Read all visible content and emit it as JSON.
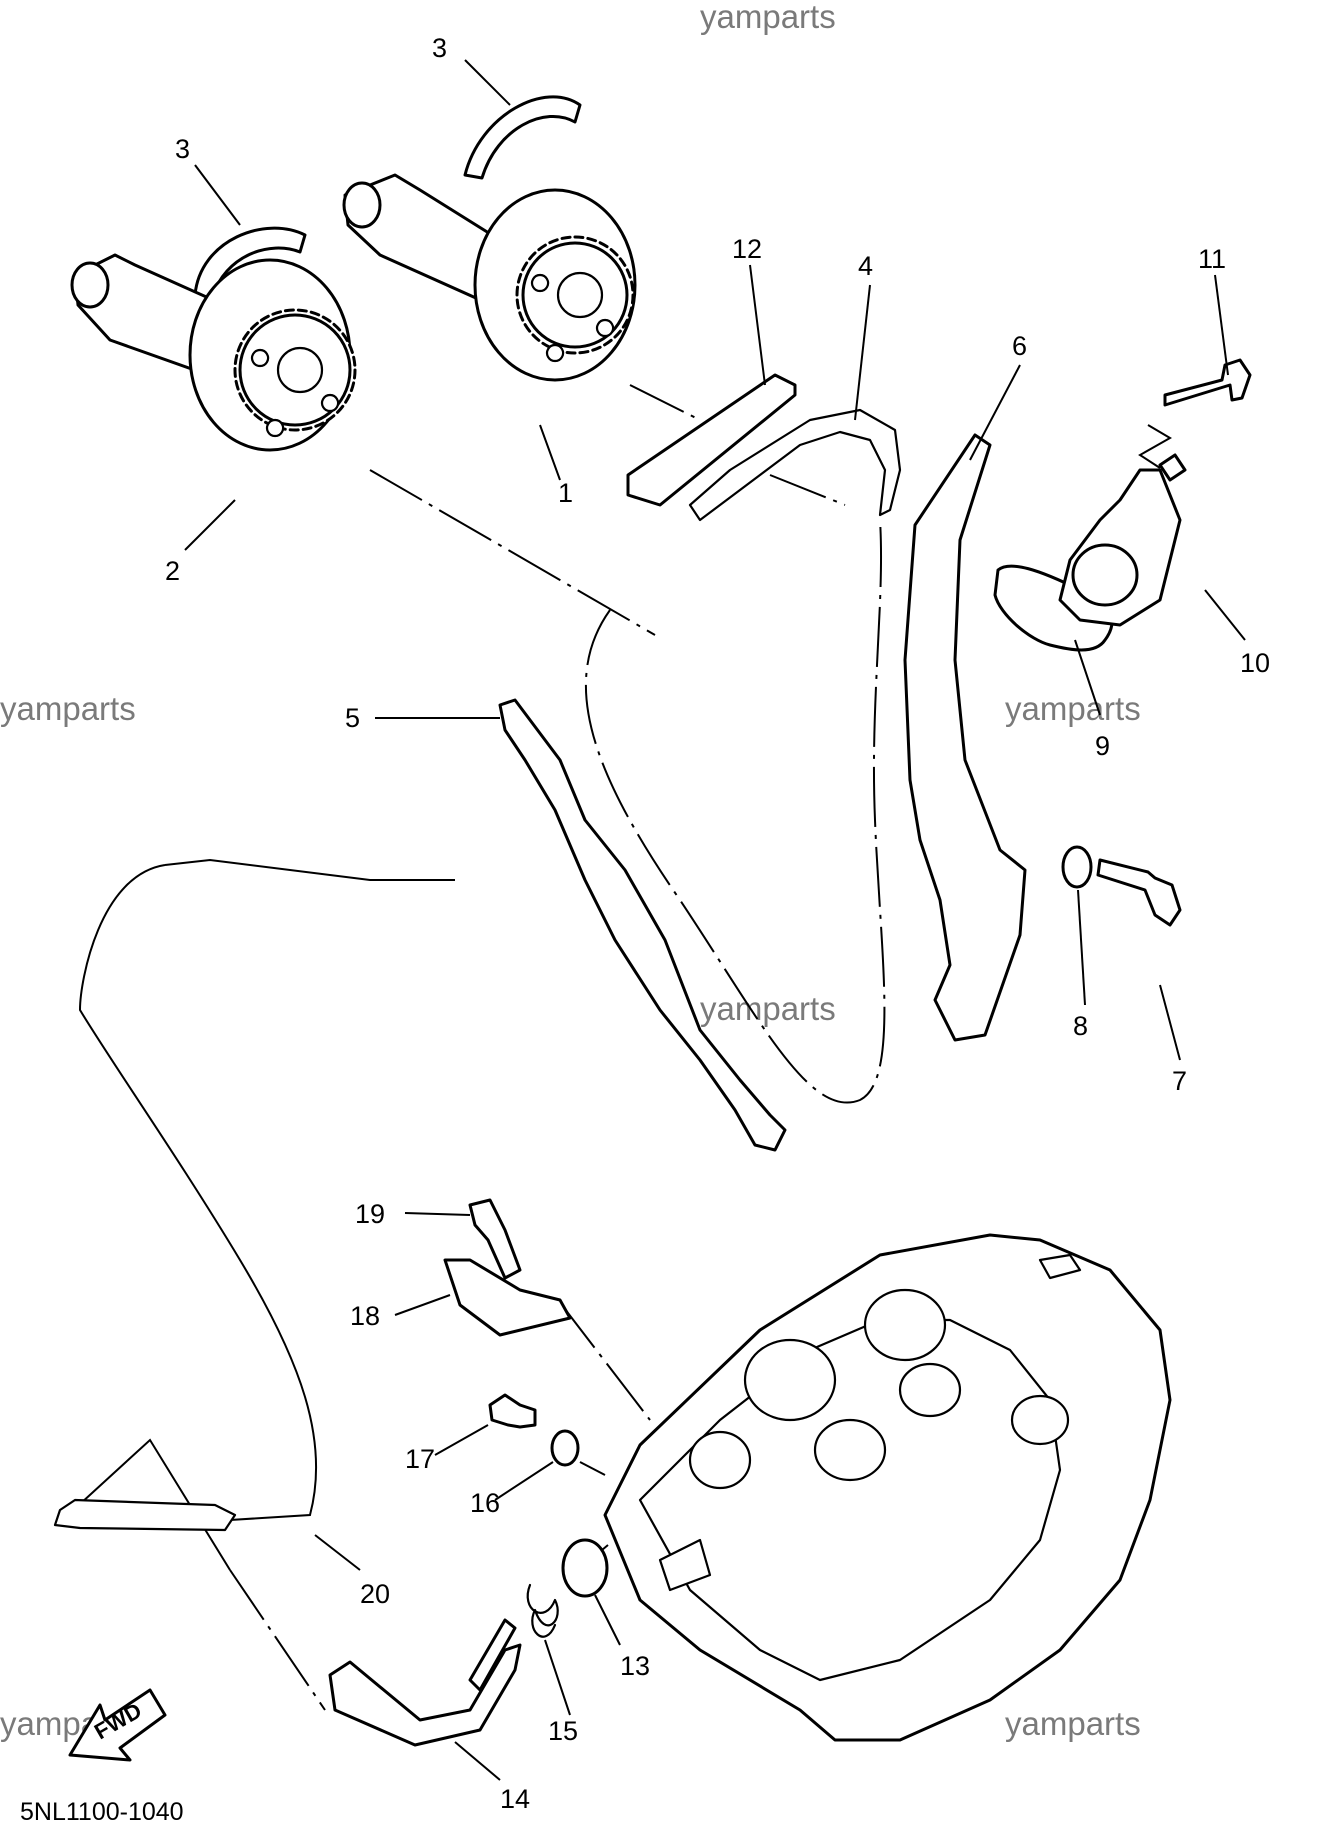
{
  "diagram": {
    "code": "5NL1100-1040",
    "fwd_label": "FWD",
    "watermarks": [
      "yamparts",
      "yamparts",
      "yamparts",
      "yamparts",
      "yamparts",
      "yamparts"
    ],
    "callouts": [
      "3",
      "3",
      "12",
      "4",
      "11",
      "6",
      "1",
      "2",
      "10",
      "5",
      "9",
      "8",
      "7",
      "19",
      "18",
      "17",
      "16",
      "20",
      "13",
      "15",
      "14"
    ]
  }
}
